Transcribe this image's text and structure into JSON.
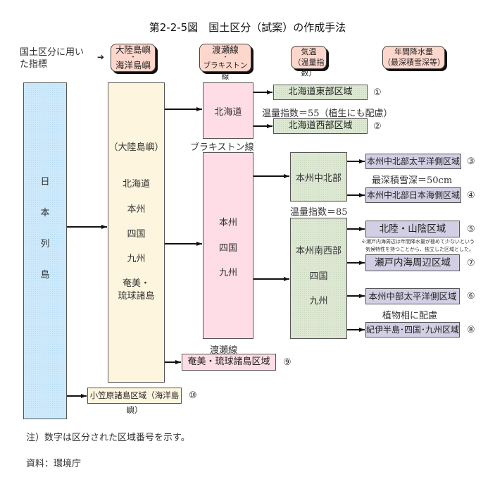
{
  "title": "第2-2-5図　国土区分（試案）の作成手法",
  "indicators": {
    "label": "国土区分に用いた指標",
    "items": [
      {
        "line1": "大陸島嶼",
        "line2": "海洋島嶼"
      },
      {
        "line1": "渡瀬線",
        "line2": "ブラキストン線"
      },
      {
        "line1": "気温",
        "line2": "（温量指数）"
      },
      {
        "line1": "年間降水量",
        "line2": "（最深積雪深等）"
      }
    ],
    "dot": "・"
  },
  "col1": {
    "chars": [
      "日",
      "本",
      "列",
      "島"
    ]
  },
  "col2": {
    "header": "（大陸島嶼）",
    "items": [
      "北海道",
      "本州",
      "四国",
      "九州",
      "奄美・",
      "琉球諸島"
    ]
  },
  "col3": {
    "hokkaido": "北海道",
    "blakiston_line": "ブラキストン線",
    "honshu_group": [
      "本州",
      "四国",
      "九州"
    ],
    "watase_line": "渡瀬線"
  },
  "col4": {
    "chuhoku": "本州中北部",
    "temp_index_85": "温量指数＝85",
    "nansei": [
      "本州南西部",
      "四国",
      "九州"
    ],
    "temp_index_55": "温量指数＝55（植生にも配慮）",
    "snow_depth": "最深積雪深＝50cm",
    "flora": "植物相に配慮"
  },
  "regions": [
    {
      "no": "①",
      "name": "北海道東部区域"
    },
    {
      "no": "②",
      "name": "北海道西部区域"
    },
    {
      "no": "③",
      "name": "本州中北部太平洋側区域"
    },
    {
      "no": "④",
      "name": "本州中北部日本海側区域"
    },
    {
      "no": "⑤",
      "name": "北陸・山陰区域"
    },
    {
      "no": "⑦",
      "name": "瀬戸内海周辺区域"
    },
    {
      "no": "⑥",
      "name": "本州中部太平洋側区域"
    },
    {
      "no": "⑧",
      "name": "紀伊半島･四国･九州区域"
    },
    {
      "no": "⑨",
      "name": "奄美・琉球諸島区域"
    },
    {
      "no": "⑩",
      "name": "小笠原諸島区域（海洋島嶼）"
    }
  ],
  "setouchi_note": [
    "※瀬戸内海周辺は年間降水量が極めて少ないという",
    "気候特性を持つことから、独立した区域とした。"
  ],
  "footer": {
    "note": "注）数字は区分された区域番号を示す。",
    "source": "資料：環境庁"
  }
}
